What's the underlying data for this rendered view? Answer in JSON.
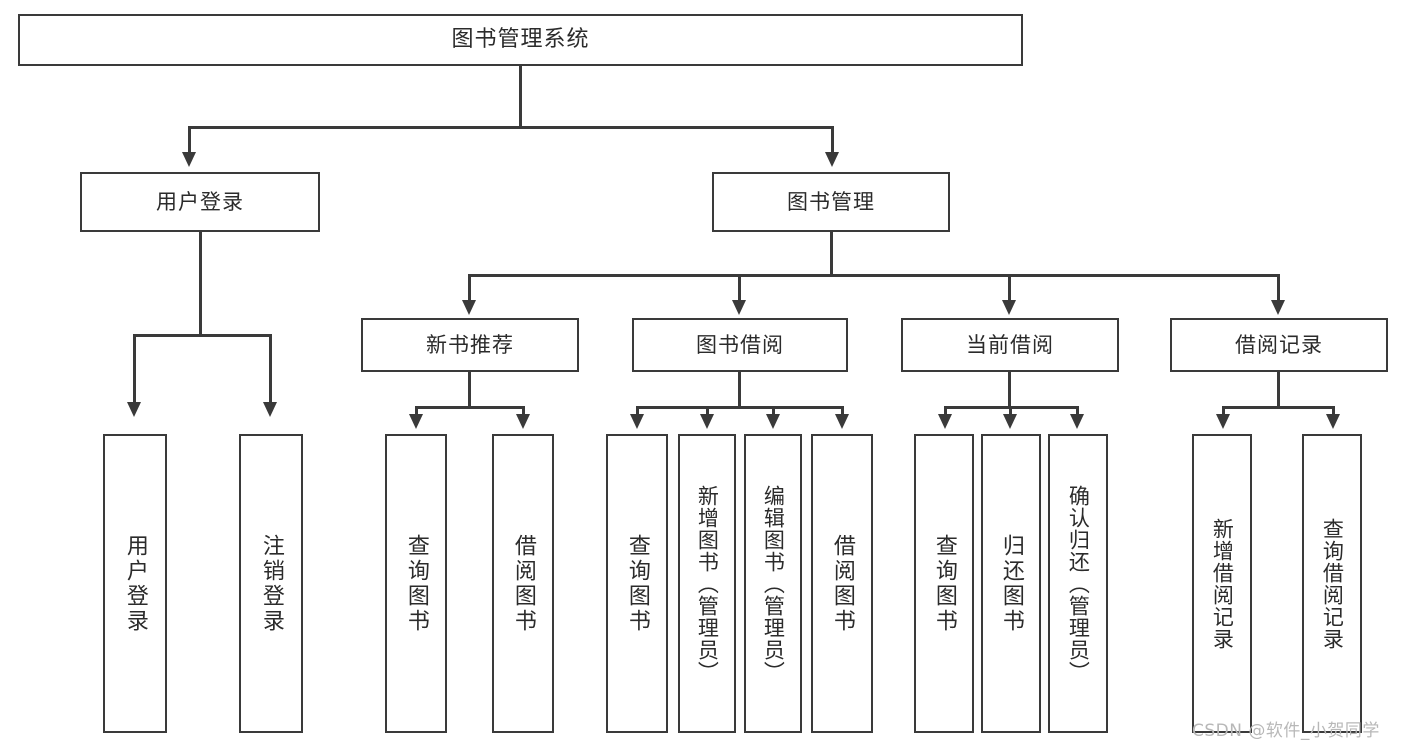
{
  "diagram": {
    "type": "tree",
    "title": "图书管理系统",
    "watermark": "CSDN @软件_小贺同学",
    "colors": {
      "box_stroke": "#3a3a3a",
      "box_fill": "#ffffff",
      "text": "#2b2b2b",
      "connector": "#3a3a3a",
      "watermark": "#b8b8b8",
      "background": "#ffffff"
    },
    "root": {
      "label": "图书管理系统"
    },
    "level2": [
      {
        "label": "用户登录"
      },
      {
        "label": "图书管理"
      }
    ],
    "level3": [
      {
        "label": "新书推荐"
      },
      {
        "label": "图书借阅"
      },
      {
        "label": "当前借阅"
      },
      {
        "label": "借阅记录"
      }
    ],
    "leaves": {
      "user_login": [
        {
          "label": "用户登录"
        },
        {
          "label": "注销登录"
        }
      ],
      "new_book": [
        {
          "label": "查询图书"
        },
        {
          "label": "借阅图书"
        }
      ],
      "borrow": [
        {
          "label": "查询图书"
        },
        {
          "label": "新增图书（管理员）"
        },
        {
          "label": "编辑图书（管理员）"
        },
        {
          "label": "借阅图书"
        }
      ],
      "current": [
        {
          "label": "查询图书"
        },
        {
          "label": "归还图书"
        },
        {
          "label": "确认归还（管理员）"
        }
      ],
      "records": [
        {
          "label": "新增借阅记录"
        },
        {
          "label": "查询借阅记录"
        }
      ]
    }
  }
}
